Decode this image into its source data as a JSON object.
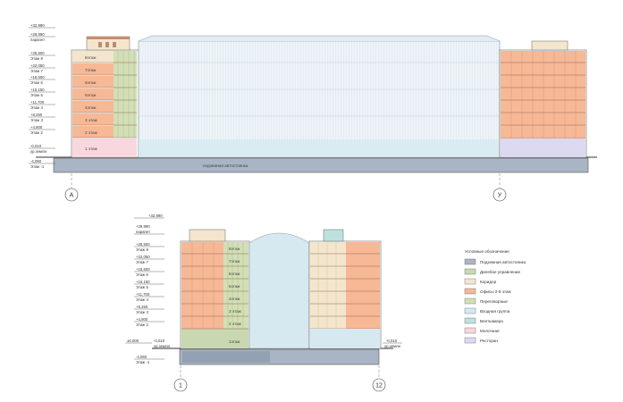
{
  "colors": {
    "parking": "#a9b4c4",
    "admin": "#c9d8b0",
    "corridor": "#f4e6cc",
    "office": "#f7b896",
    "meeting": "#d3dfb4",
    "entrance": "#d6e9f0",
    "vent": "#bde1df",
    "dairy": "#f8d7de",
    "restaurant": "#dcd9f1"
  },
  "levels": {
    "roof": "+32,990",
    "parapet": "+29,990",
    "parapet_label": "парапет",
    "l8": "+25,500",
    "l8_label": "Этаж 8",
    "l7": "+22,050",
    "l7_label": "Этаж 7",
    "l6": "+18,600",
    "l6_label": "Этаж 6",
    "l5": "+15,150",
    "l5_label": "Этаж 5",
    "l4": "+11,700",
    "l4_label": "Этаж 4",
    "l3": "+8,250",
    "l3_label": "Этаж 3",
    "l2": "+4,800",
    "l2_label": "Этаж 2",
    "ground": "-0,010",
    "ground_label": "ур.земли",
    "ground_zero": "±0,000",
    "ground_side": "-0,010",
    "basement": "-4,050",
    "basement_label": "Этаж -1"
  },
  "floors": {
    "f8": "8этаж",
    "f7": "7этаж",
    "f6": "6этаж",
    "f5": "5этаж",
    "f4": "4этаж",
    "f3": "3 этаж",
    "f2": "2 этаж",
    "f1": "1 этаж",
    "f1b": "1этаж"
  },
  "parking_label": "подземная автостоянка",
  "axes": {
    "a": "А",
    "u": "У",
    "one": "1",
    "twelve": "12"
  },
  "legend": {
    "title": "Условные обозначения",
    "items": [
      {
        "label": "Подземная автостоянка",
        "color": "#a9b4c4"
      },
      {
        "label": "Дилебое управление",
        "color": "#c9d8b0"
      },
      {
        "label": "Коридор",
        "color": "#f4e6cc"
      },
      {
        "label": "Офисы 2-8 этаж",
        "color": "#f7b896"
      },
      {
        "label": "Переговорные",
        "color": "#d3dfb4"
      },
      {
        "label": "Входная группа",
        "color": "#d6e9f0"
      },
      {
        "label": "Венткамера",
        "color": "#bde1df"
      },
      {
        "label": "Молочная",
        "color": "#f8d7de"
      },
      {
        "label": "Ресторан",
        "color": "#dcd9f1"
      }
    ]
  }
}
